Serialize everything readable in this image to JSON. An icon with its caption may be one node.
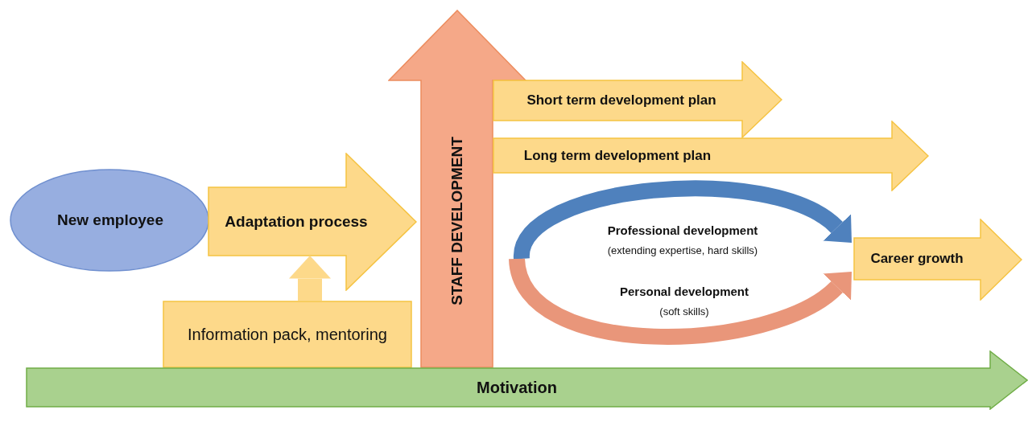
{
  "diagram": {
    "nodes": [
      {
        "text": [
          "New employee"
        ]
      },
      {
        "text": [
          "Adaptation process"
        ]
      },
      {
        "text": [
          "Information pack, mentoring"
        ]
      },
      {
        "text": [
          "STAFF DEVELOPMENT"
        ]
      },
      {
        "text": [
          "Short term development plan"
        ]
      },
      {
        "text": [
          "Long term development plan"
        ]
      },
      {
        "text": [
          "Career growth"
        ]
      },
      {
        "text": [
          "Motivation"
        ]
      }
    ],
    "edges": [
      {
        "from": 2,
        "to": 1,
        "arrow": "to"
      },
      {
        "from": null,
        "to": 6,
        "arrow": "to",
        "color": "#4f81bd"
      },
      {
        "from": null,
        "to": 6,
        "arrow": "to",
        "color": "#e9967a"
      }
    ],
    "labels": [
      "Professional development",
      "(extending expertise, hard skills)",
      "Personal development",
      "(soft skills)"
    ]
  }
}
